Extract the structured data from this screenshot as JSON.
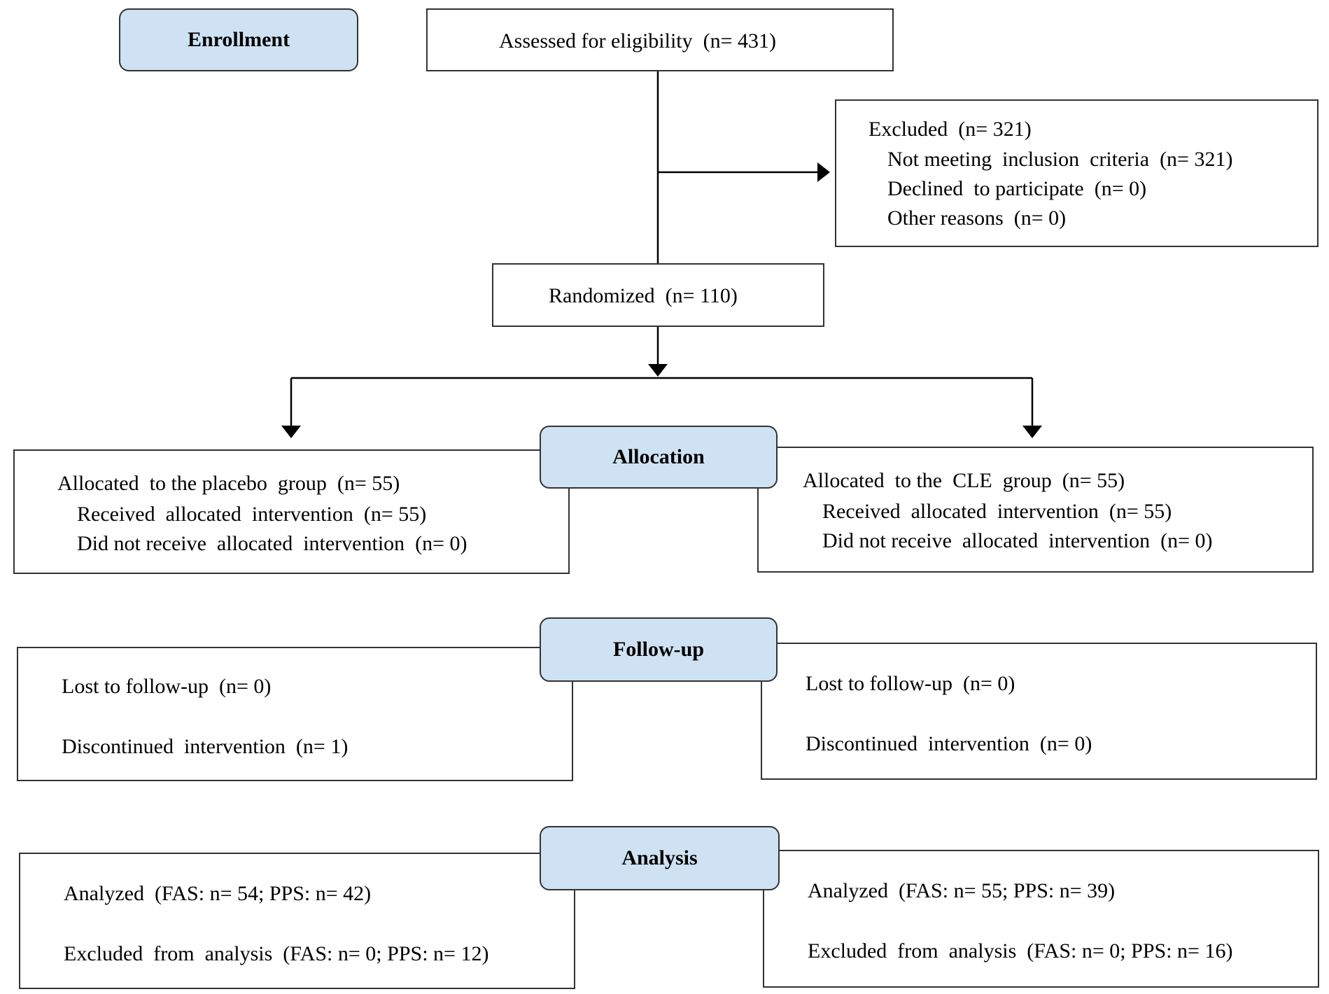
{
  "stages": {
    "enrollment": "Enrollment",
    "allocation": "Allocation",
    "followup": "Follow-up",
    "analysis": "Analysis"
  },
  "assessed": "Assessed for eligibility  (n= 431)",
  "excluded": {
    "title": "Excluded  (n= 321)",
    "not_meeting": "Not meeting  inclusion  criteria  (n= 321)",
    "declined": "Declined  to participate  (n= 0)",
    "other": "Other reasons  (n= 0)"
  },
  "randomized": "Randomized  (n= 110)",
  "allocation": {
    "left": {
      "title": "Allocated  to the placebo  group  (n= 55)",
      "received": "Received  allocated  intervention  (n= 55)",
      "not_received": "Did not receive  allocated  intervention  (n= 0)"
    },
    "right": {
      "title": "Allocated  to the  CLE  group  (n= 55)",
      "received": "Received  allocated  intervention  (n= 55)",
      "not_received": "Did not receive  allocated  intervention  (n= 0)"
    }
  },
  "followup": {
    "left": {
      "lost": "Lost to follow-up  (n= 0)",
      "discontinued": "Discontinued  intervention  (n= 1)"
    },
    "right": {
      "lost": "Lost to follow-up  (n= 0)",
      "discontinued": "Discontinued  intervention  (n= 0)"
    }
  },
  "analysis": {
    "left": {
      "analyzed": "Analyzed  (FAS: n= 54; PPS: n= 42)",
      "excluded": "Excluded  from  analysis  (FAS: n= 0; PPS: n= 12)"
    },
    "right": {
      "analyzed": "Analyzed  (FAS: n= 55; PPS: n= 39)",
      "excluded": "Excluded  from  analysis  (FAS: n= 0; PPS: n= 16)"
    }
  },
  "colors": {
    "stage_fill": "#cfe2f3",
    "border": "#333333"
  }
}
